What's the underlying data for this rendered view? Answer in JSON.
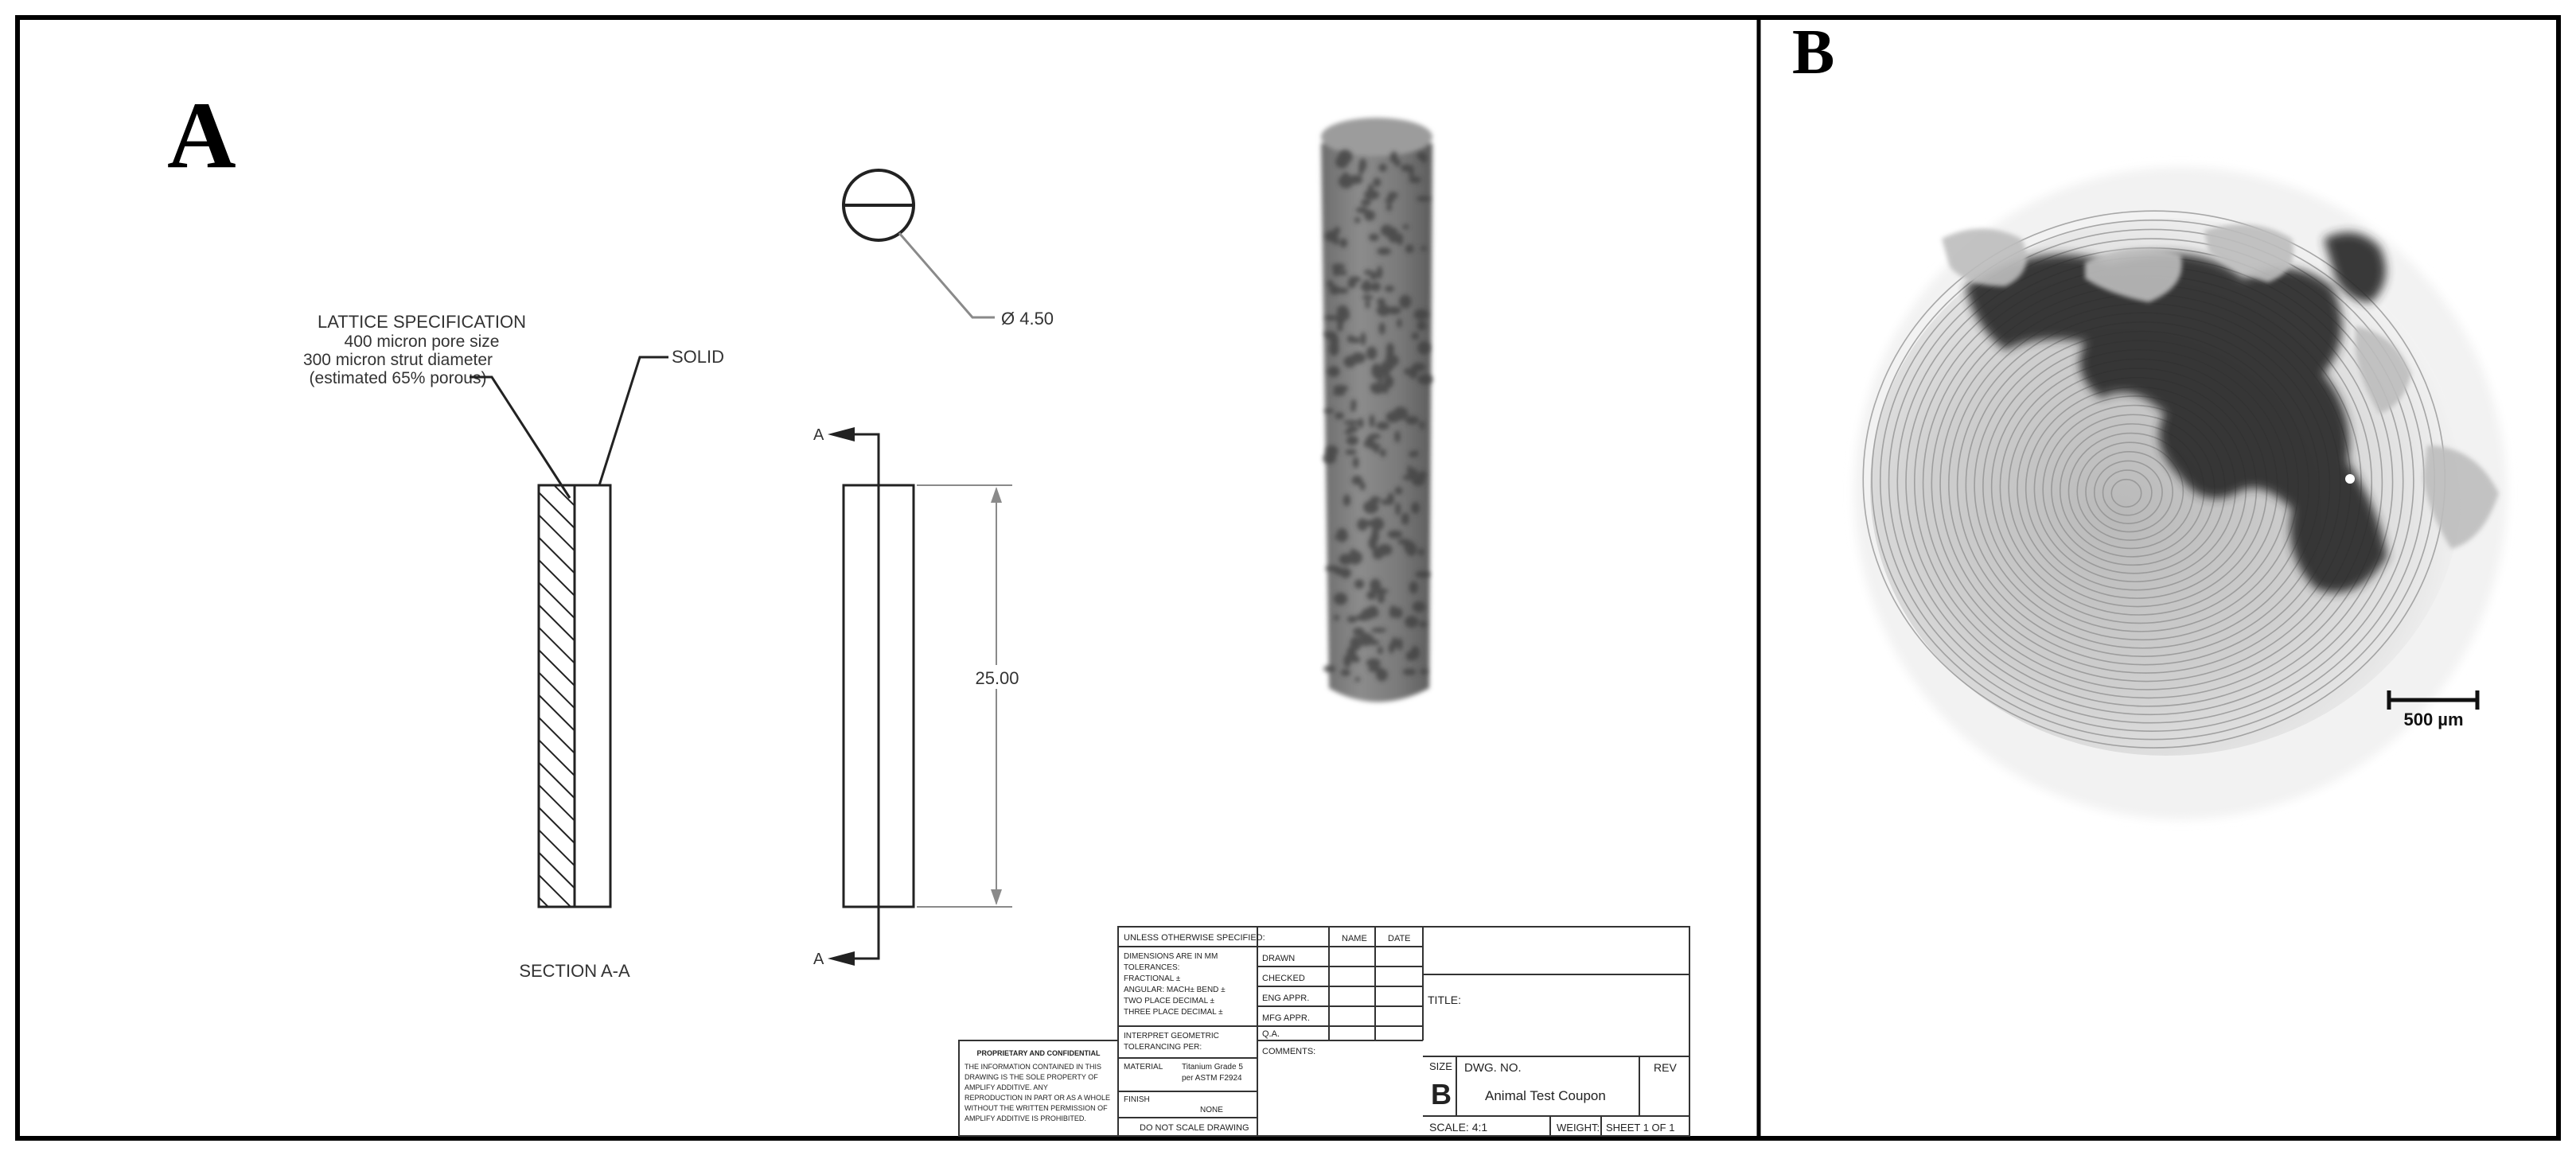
{
  "panel_a": {
    "label": "A",
    "lattice_note": [
      "LATTICE SPECIFICATION",
      "400 micron pore size",
      "300 micron strut diameter",
      "(estimated 65% porous)"
    ],
    "solid_note": "SOLID",
    "section_caption": "SECTION A-A",
    "cut_marker_top": "A",
    "cut_marker_bottom": "A",
    "diameter_dim": "Ø 4.50",
    "length_dim": "25.00",
    "title_block": {
      "unless_specified": "UNLESS OTHERWISE SPECIFIED:",
      "tolerance_lines": [
        "DIMENSIONS ARE IN MM",
        "TOLERANCES:",
        "FRACTIONAL ±",
        "ANGULAR: MACH±   BEND ±",
        "TWO PLACE DECIMAL   ±",
        "THREE PLACE DECIMAL  ±"
      ],
      "interpret": [
        "INTERPRET GEOMETRIC",
        "TOLERANCING PER:"
      ],
      "material_label": "MATERIAL",
      "material_value": [
        "Titanium Grade 5",
        "per ASTM F2924"
      ],
      "finish_label": "FINISH",
      "finish_value": "NONE",
      "do_not_scale": "DO NOT SCALE DRAWING",
      "name_header": "NAME",
      "date_header": "DATE",
      "rows": [
        "DRAWN",
        "CHECKED",
        "ENG APPR.",
        "MFG APPR.",
        "Q.A.",
        "COMMENTS:"
      ],
      "title_label": "TITLE:",
      "size_label": "SIZE",
      "size_value": "B",
      "dwg_no_label": "DWG.  NO.",
      "dwg_title": "Animal Test Coupon",
      "rev_label": "REV",
      "scale_label": "SCALE: 4:1",
      "weight_label": "WEIGHT:",
      "sheet_label": "SHEET 1 OF 1",
      "proprietary_heading": "PROPRIETARY AND CONFIDENTIAL",
      "proprietary_lines": [
        "THE INFORMATION CONTAINED IN THIS",
        "DRAWING IS THE SOLE PROPERTY OF",
        "AMPLIFY ADDITIVE. ANY",
        "REPRODUCTION IN PART OR AS A WHOLE",
        "WITHOUT THE WRITTEN PERMISSION OF",
        "AMPLIFY ADDITIVE IS PROHIBITED."
      ]
    }
  },
  "panel_b": {
    "label": "B",
    "scale_bar": "500 µm"
  },
  "colors": {
    "border": "#000000",
    "drawing_line": "#222222",
    "dim_line": "#8a8a8a"
  }
}
